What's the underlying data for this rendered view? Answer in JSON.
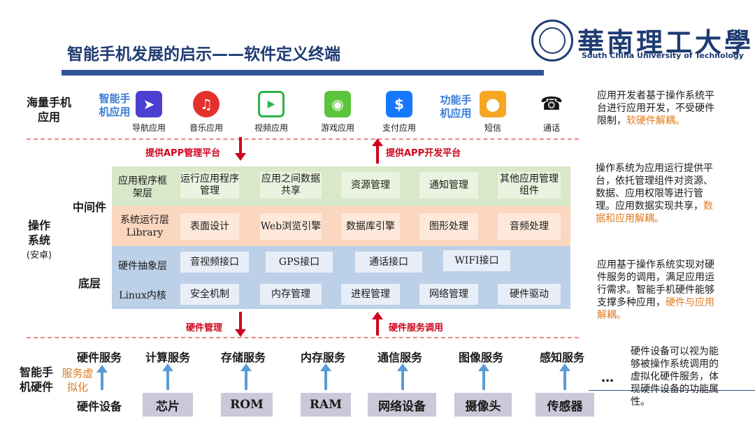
{
  "header": {
    "title": "智能手机发展的启示——软件定义终端",
    "logo_cn": "華南理工大學",
    "logo_en": "South China University of Technology"
  },
  "apps_section": {
    "label": "海量手机应用",
    "smart_label": "智能手机应用",
    "feature_label": "功能手机应用",
    "smart_apps": [
      {
        "label": "导航应用",
        "icon": "navigation-icon",
        "color": "#4a3fd0"
      },
      {
        "label": "音乐应用",
        "icon": "music-icon",
        "color": "#e4312b"
      },
      {
        "label": "视频应用",
        "icon": "video-icon",
        "color": "#2bb24c"
      },
      {
        "label": "游戏应用",
        "icon": "gamepad-icon",
        "color": "#5cc43a"
      },
      {
        "label": "支付应用",
        "icon": "alipay-icon",
        "color": "#1677ff"
      }
    ],
    "feature_apps": [
      {
        "label": "短信",
        "icon": "message-icon",
        "color": "#f5a623"
      },
      {
        "label": "通话",
        "icon": "phone-icon",
        "color": "#111111"
      }
    ]
  },
  "flows": {
    "app_mgmt": "提供APP管理平台",
    "app_dev": "提供APP开发平台",
    "hw_mgmt": "硬件管理",
    "hw_service": "硬件服务调用"
  },
  "os": {
    "label": "操作系统",
    "sublabel": "(安卓)",
    "middleware_label": "中间件",
    "bottom_label": "底层",
    "framework": {
      "label": "应用程序框架层",
      "cells": [
        "运行应用程序管理",
        "应用之间数据共享",
        "资源管理",
        "通知管理",
        "其他应用管理组件"
      ]
    },
    "library": {
      "label": "系统运行层Library",
      "cells": [
        "表面设计",
        "Web浏览引擎",
        "数据库引擎",
        "图形处理",
        "音频处理"
      ]
    },
    "hal": {
      "label": "硬件抽象层",
      "cells": [
        "音视频接口",
        "GPS接口",
        "通话接口",
        "WIFI接口"
      ]
    },
    "kernel": {
      "label": "Linux内核",
      "cells": [
        "安全机制",
        "内存管理",
        "进程管理",
        "网络管理",
        "硬件驱动"
      ]
    }
  },
  "descriptions": {
    "apps": {
      "text": "应用开发者基于操作系统平台进行应用开发，不受硬件限制，",
      "highlight": "软硬件解耦。"
    },
    "middleware": {
      "text": "操作系统为应用运行提供平台，依托管理组件对资源、数据、应用权限等进行管理。应用数据实现共享，",
      "highlight": "数据和应用解耦。"
    },
    "bottom": {
      "text": "应用基于操作系统实现对硬件服务的调用，满足应用运行需求。智能手机硬件能够支撑多种应用，",
      "highlight": "硬件与应用解耦。"
    },
    "hardware": {
      "text": "硬件设备可以视为能够被操作系统调用的虚拟化硬件服务，体现硬件设备的功能属性。"
    }
  },
  "hardware": {
    "label": "智能手机硬件",
    "virt_label": "服务虚拟化",
    "service_label": "硬件服务",
    "device_label": "硬件设备",
    "services": [
      "计算服务",
      "存储服务",
      "内存服务",
      "通信服务",
      "图像服务",
      "感知服务"
    ],
    "devices": [
      "芯片",
      "ROM",
      "RAM",
      "网络设备",
      "摄像头",
      "传感器"
    ],
    "ellipsis": "…"
  }
}
